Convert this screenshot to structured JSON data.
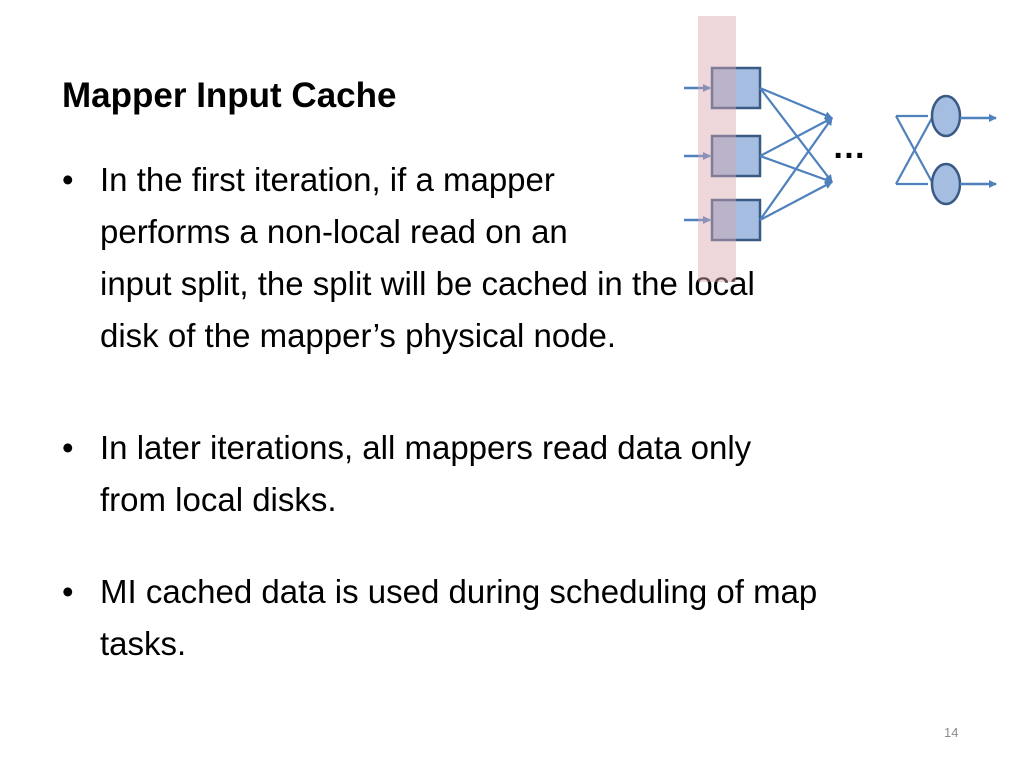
{
  "slide": {
    "title": "Mapper Input Cache",
    "bullet_char": "•",
    "bullets": [
      {
        "lines": [
          "In the first iteration, if a mapper",
          "performs a non-local read on an",
          "input split, the split will be cached in the local",
          "disk of the mapper’s physical node."
        ]
      },
      {
        "lines": [
          "In later iterations, all mappers read data only",
          "from local disks."
        ]
      },
      {
        "lines": [
          "MI cached data is used during scheduling of map",
          "tasks."
        ]
      }
    ],
    "diagram": {
      "ellipsis_label": "…",
      "colors": {
        "mapper_fill": "#a4bde0",
        "mapper_border": "#3a5a86",
        "highlight_band": "#e8cdd2",
        "arrow": "#4f81bd",
        "reducer_fill": "#a4bde0",
        "reducer_border": "#3a5a86"
      }
    },
    "page_number": "14"
  }
}
